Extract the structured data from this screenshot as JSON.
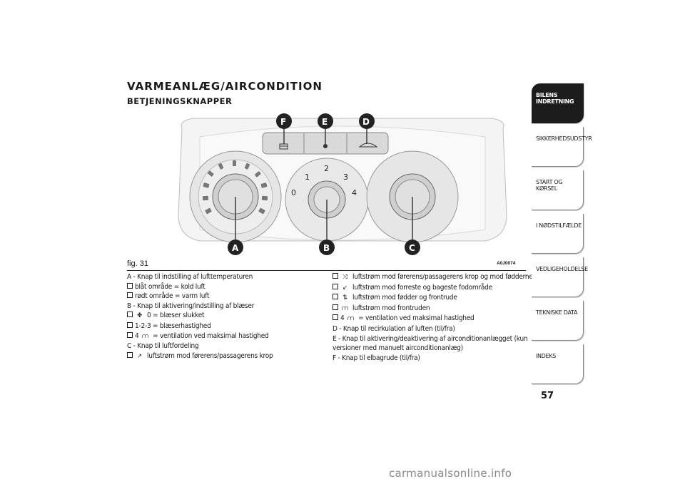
{
  "heading": {
    "title": "VARMEANLÆG/AIRCONDITION",
    "subtitle": "BETJENINGSKNAPPER"
  },
  "figure": {
    "caption": "fig. 31",
    "code": "A0J0074",
    "callouts": [
      "F",
      "E",
      "D",
      "A",
      "B",
      "C"
    ],
    "fan_scale": [
      "0",
      "1",
      "2",
      "3",
      "4"
    ]
  },
  "left_column": [
    "A - Knap til indstilling af lufttemperaturen",
    "blåt område = kold luft",
    "rødt område = varm luft",
    "B - Knap til aktivering/indstilling af blæser",
    "0 = blæser slukket",
    "1-2-3 = blæserhastighed",
    "4",
    "= ventilation ved maksimal hastighed",
    "C - Knap til luftfordeling",
    "luftstrøm mod førerens/passagerens krop"
  ],
  "right_column": [
    "luftstrøm mod førerens/passagerens krop og mod fødderne",
    "luftstrøm mod forreste og bageste fodområde",
    "luftstrøm mod fødder og frontrude",
    "luftstrøm mod frontruden",
    "4",
    "= ventilation ved maksimal hastighed",
    "D - Knap til recirkulation af luften (til/fra)",
    "E - Knap til aktivering/deaktivering af airconditionanlægget (kun versioner med manuelt airconditionanlæg)",
    "F - Knap til elbagrude (til/fra)"
  ],
  "tabs": [
    "BILENS INDRETNING",
    "SIKKERHEDSUDSTYR",
    "START OG KØRSEL",
    "I NØDSTILFÆLDE",
    "VEDLIGEHOLDELSE",
    "TEKNISKE DATA",
    "INDEKS"
  ],
  "page_number": "57",
  "watermark": "carmanualsonline.info",
  "icons": [
    "fan-icon",
    "body-airflow-icon",
    "body-feet-airflow-icon",
    "feet-airflow-icon",
    "feet-windscreen-icon",
    "windscreen-icon",
    "max-defrost-icon"
  ]
}
